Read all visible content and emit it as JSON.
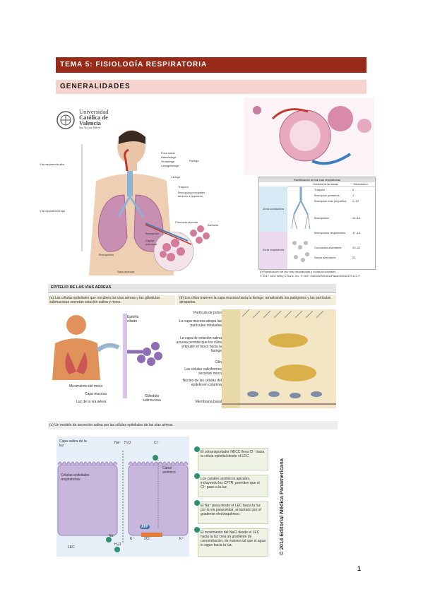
{
  "header": {
    "title": "TEMA 5: FISIOLOGÍA RESPIRATORIA",
    "subtitle": "GENERALIDADES"
  },
  "logo": {
    "line1": "Universidad",
    "line2": "Católica de",
    "line3": "Valencia",
    "line4": "San Vicente Mártir"
  },
  "fig1": {
    "labels": {
      "fosa_nasal": "Fosa nasal",
      "nasofaringe": "Nasofaringe",
      "orofaringe": "Orofaringe",
      "laringofaringe": "Laringofaringe",
      "faringe": "Faringe",
      "laringe": "Laringe",
      "traquea": "Tráquea",
      "bronquios": "Bronquios principales derecho e izquierdo",
      "via_alta": "Vía respiratoria alta",
      "via_baja": "Vía respiratoria baja",
      "conducto": "Conducto alveolar",
      "alveolos": "Alvéolos",
      "bronquiolo": "Bronquiolo",
      "capilar": "Capilar pulmonar",
      "bronquiolos": "Bronquiolos",
      "saco": "Saco alveolar"
    }
  },
  "fig2": {
    "table_title": "Ramificación de las vías respiratorias",
    "col1": "Nombres de las ramas",
    "col2": "Generación n",
    "rows": [
      {
        "name": "Tráquea",
        "gen": "0"
      },
      {
        "name": "Bronquios primarios",
        "gen": "1"
      },
      {
        "name": "Bronquios más pequeños",
        "gen": "2–10"
      },
      {
        "name": "Bronquiolos",
        "gen": "11–16"
      },
      {
        "name": "Bronquiolos respiratorios",
        "gen": "17–19"
      },
      {
        "name": "Conductos alveolares",
        "gen": "20–22"
      },
      {
        "name": "Sacos alveolares",
        "gen": "23"
      }
    ],
    "zone1": "Zona conductora",
    "zone2": "Zona respiratoria",
    "caption": "(f) Ramificación de las vías respiratorias y zonas funcionales",
    "copyright": "© 2017 John Wiley & Sons, Inc. © 2017 Editorial Médica Panamericana S.A.C.F."
  },
  "fig3": {
    "title": "EPITELIO DE LAS VÍAS AÉREAS",
    "caption_a": "(a) Las células epiteliales que recubren las vías aéreas y las glándulas submucosas secretan solución salina y moco.",
    "caption_b": "(b) Los cilios mueven la capa mucosa hacia la faringe, arrastrando los patógenos y las partículas atrapados.",
    "epitelio": "Epitelio ciliado",
    "movimiento": "Movimiento del moco",
    "capa_mucosa": "Capa mucosa",
    "luz": "Luz de la vía aérea",
    "glandula": "Glándula submucosa",
    "particula": "Partícula de polvo",
    "atrapa": "La capa mucosa atrapa las partículas inhaladas",
    "salina": "La capa de solución salina acuosa permite que los cilios empujen el moco hacia la faringe",
    "cilio": "Cilio",
    "caliciformes": "Las células caliciformes secretan moco",
    "nucleo": "Núcleo de las células del epitelio en columna",
    "membrana": "Membrana basal"
  },
  "fig4": {
    "caption": "(c) Un modelo de secreción salina por las células epiteliales de las vías aéreas",
    "capa_salina": "Capa salina de la luz",
    "celulas": "Células epiteliales respiratorias",
    "canal": "Canal aniónico",
    "lec": "LEC",
    "atp": "ATP",
    "steps": [
      "El cotransportador NKCC lleva Cl⁻ hacia la célula epitelial desde el LEC.",
      "Los canales aniónicos apicales, incluyendo los CFTR, permiten que el Cl⁻ pase a la luz.",
      "El Na⁺ pasa desde el LEC hacia la luz por la vía paracelular, arrastrado por el gradiente electroquímico.",
      "El movimiento del NaCl desde el LEC hacia la luz crea un gradiente de concentración, de manera tal que el agua lo sigue hacia la luz."
    ],
    "publisher": "© 2014 Editorial Médica Panamericana",
    "ions": {
      "na": "Na⁺",
      "h2o": "H₂O",
      "cl": "Cl⁻",
      "k": "K⁺",
      "twocl": "2Cl⁻"
    }
  },
  "page_number": "1"
}
